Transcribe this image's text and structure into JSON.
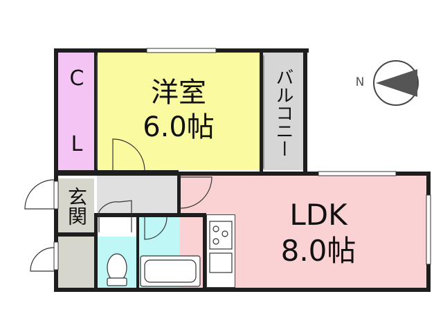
{
  "rooms": {
    "closet": {
      "line1": "C",
      "line2": "L",
      "color": "#f4c4f4"
    },
    "western_room": {
      "name": "洋室",
      "size": "6.0帖",
      "color": "#fafaa0"
    },
    "balcony": {
      "name": "バルコニー",
      "color": "#d6d6d6"
    },
    "entrance": {
      "name": "玄関",
      "color": "#d6d6cc"
    },
    "ldk": {
      "name": "LDK",
      "size": "8.0帖",
      "color": "#fad2d4"
    },
    "bath_area": {
      "color": "#bff7f7"
    },
    "hall": {
      "color": "#e0e0e0"
    }
  },
  "compass": {
    "label": "N"
  }
}
